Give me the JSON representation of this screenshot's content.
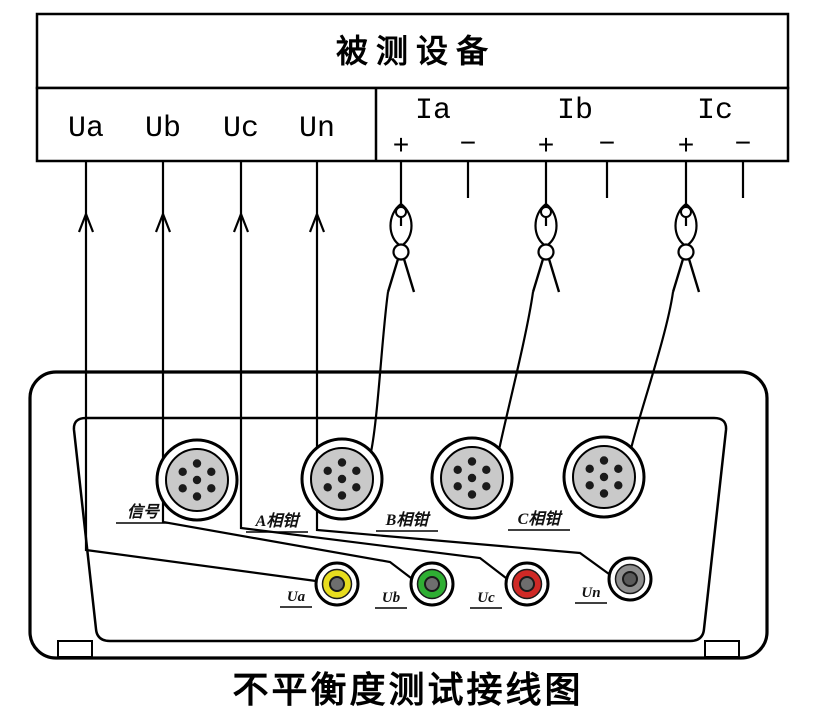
{
  "diagram_title": "不平衡度测试接线图",
  "device_under_test": {
    "label": "被测设备"
  },
  "voltage_terminals": {
    "ua": "Ua",
    "ub": "Ub",
    "uc": "Uc",
    "un": "Un"
  },
  "current_terminals": {
    "ia": {
      "label": "Ia",
      "plus": "+",
      "minus": "−"
    },
    "ib": {
      "label": "Ib",
      "plus": "+",
      "minus": "−"
    },
    "ic": {
      "label": "Ic",
      "plus": "+",
      "minus": "−"
    }
  },
  "connectors": {
    "signal": {
      "label": "信号"
    },
    "phase_a": {
      "label": "A相钳"
    },
    "phase_b": {
      "label": "B相钳"
    },
    "phase_c": {
      "label": "C相钳"
    }
  },
  "jacks": {
    "ua": {
      "label": "Ua",
      "color": "#e8dd1f"
    },
    "ub": {
      "label": "Ub",
      "color": "#2fae33"
    },
    "uc": {
      "label": "Uc",
      "color": "#cf2926"
    },
    "un": {
      "label": "Un",
      "color": "#8f8f8f"
    }
  }
}
